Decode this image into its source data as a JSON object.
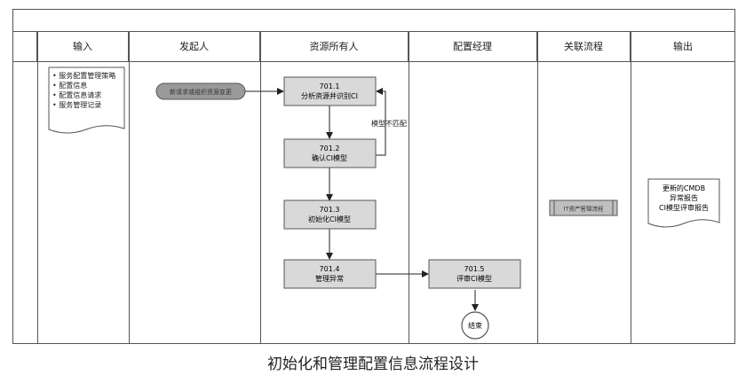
{
  "lanes": [
    {
      "key": "input",
      "label": "输入"
    },
    {
      "key": "initiator",
      "label": "发起人"
    },
    {
      "key": "owner",
      "label": "资源所有人"
    },
    {
      "key": "config_manager",
      "label": "配置经理"
    },
    {
      "key": "related",
      "label": "关联流程"
    },
    {
      "key": "output",
      "label": "输出"
    }
  ],
  "input_doc": {
    "items": [
      "服务配置管理策略",
      "配置信息",
      "配置信息请求",
      "服务管理记录"
    ]
  },
  "start_event": {
    "label": "新请求或组织资源变更"
  },
  "steps": [
    {
      "id": "701.1",
      "name": "分析资源并识别CI"
    },
    {
      "id": "701.2",
      "name": "确认CI模型"
    },
    {
      "id": "701.3",
      "name": "初始化CI模型"
    },
    {
      "id": "701.4",
      "name": "管理异常"
    },
    {
      "id": "701.5",
      "name": "评审CI模型"
    }
  ],
  "loop_label": "模型不匹配",
  "related_process": {
    "label": "IT资产管理流程"
  },
  "end_event": {
    "label": "结束"
  },
  "output_doc": {
    "items": [
      "更新的CMDB",
      "异常报告",
      "CI模型评审报告"
    ]
  },
  "caption": "初始化和管理配置信息流程设计"
}
